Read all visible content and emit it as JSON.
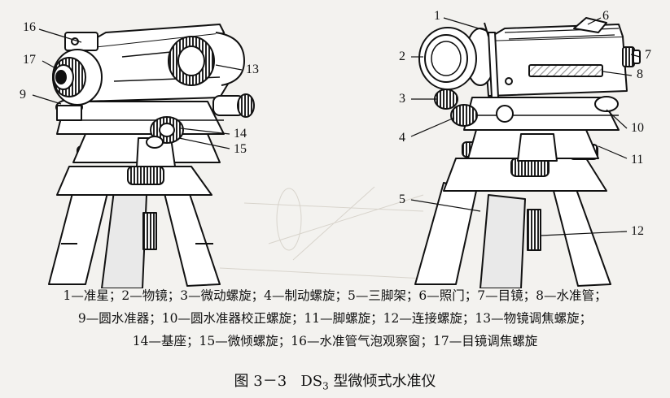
{
  "figure": {
    "left_labels": [
      "16",
      "17",
      "13",
      "9",
      "14",
      "15"
    ],
    "right_labels": [
      "1",
      "6",
      "2",
      "7",
      "8",
      "3",
      "4",
      "10",
      "11",
      "5",
      "12"
    ]
  },
  "legend": {
    "line1": "1—准星；2—物镜；3—微动螺旋；4—制动螺旋；5—三脚架；6—照门；7—目镜；8—水准管；",
    "line2": "9—圆水准器；10—圆水准器校正螺旋；11—脚螺旋；12—连接螺旋；13—物镜调焦螺旋；",
    "line3": "14—基座；15—微倾螺旋；16—水准管气泡观察窗；17—目镜调焦螺旋"
  },
  "caption": {
    "number": "图 3－3",
    "model": "DS",
    "model_sub": "3",
    "title": "型微倾式水准仪"
  }
}
